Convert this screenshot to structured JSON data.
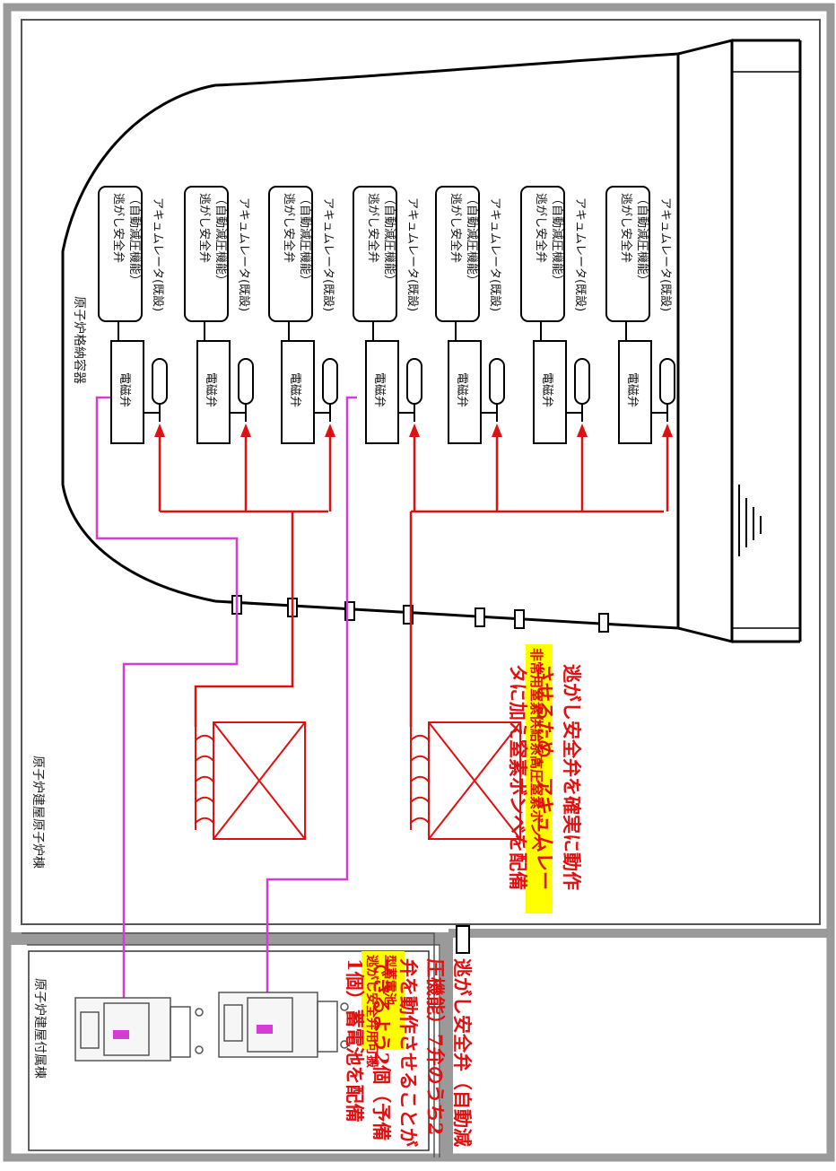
{
  "labels": {
    "containment": "原子炉格納容器",
    "reactor_building": "原子炉建屋原子炉棟",
    "annex_building": "原子炉建屋付属棟",
    "n2_cylinder_tag": "非常用窒素供給系高圧窒素ボンベ",
    "battery_tag": "逃がし安全弁用可搬型蓄電池",
    "note_n2": "逃がし安全弁を確実に動作させるため、アキュムレータに加え窒素ボンベを配備",
    "note_battery": "逃がし安全弁（自動減圧機能）7弁のうち2弁を動作させることができるよう2個（予備1個）蓄電池を配備"
  },
  "valves": [
    {
      "srv_line1": "逃がし安全弁",
      "srv_line2": "（自動減圧機能）",
      "accumulator": "アキュムレータ(既設)",
      "solenoid": "電磁弁"
    },
    {
      "srv_line1": "逃がし安全弁",
      "srv_line2": "（自動減圧機能）",
      "accumulator": "アキュムレータ(既設)",
      "solenoid": "電磁弁"
    },
    {
      "srv_line1": "逃がし安全弁",
      "srv_line2": "（自動減圧機能）",
      "accumulator": "アキュムレータ(既設)",
      "solenoid": "電磁弁"
    },
    {
      "srv_line1": "逃がし安全弁",
      "srv_line2": "（自動減圧機能）",
      "accumulator": "アキュムレータ(既設)",
      "solenoid": "電磁弁"
    },
    {
      "srv_line1": "逃がし安全弁",
      "srv_line2": "（自動減圧機能）",
      "accumulator": "アキュムレータ(既設)",
      "solenoid": "電磁弁"
    },
    {
      "srv_line1": "逃がし安全弁",
      "srv_line2": "（自動減圧機能）",
      "accumulator": "アキュムレータ(既設)",
      "solenoid": "電磁弁"
    },
    {
      "srv_line1": "逃がし安全弁",
      "srv_line2": "（自動減圧機能）",
      "accumulator": "アキュムレータ(既設)",
      "solenoid": "電磁弁"
    }
  ],
  "colors": {
    "nitrogen_line": "#e01010",
    "electric_line": "#d63bd6",
    "highlight": "#ffff00",
    "wall": "#9a9a9a",
    "note_text": "#e01010"
  }
}
